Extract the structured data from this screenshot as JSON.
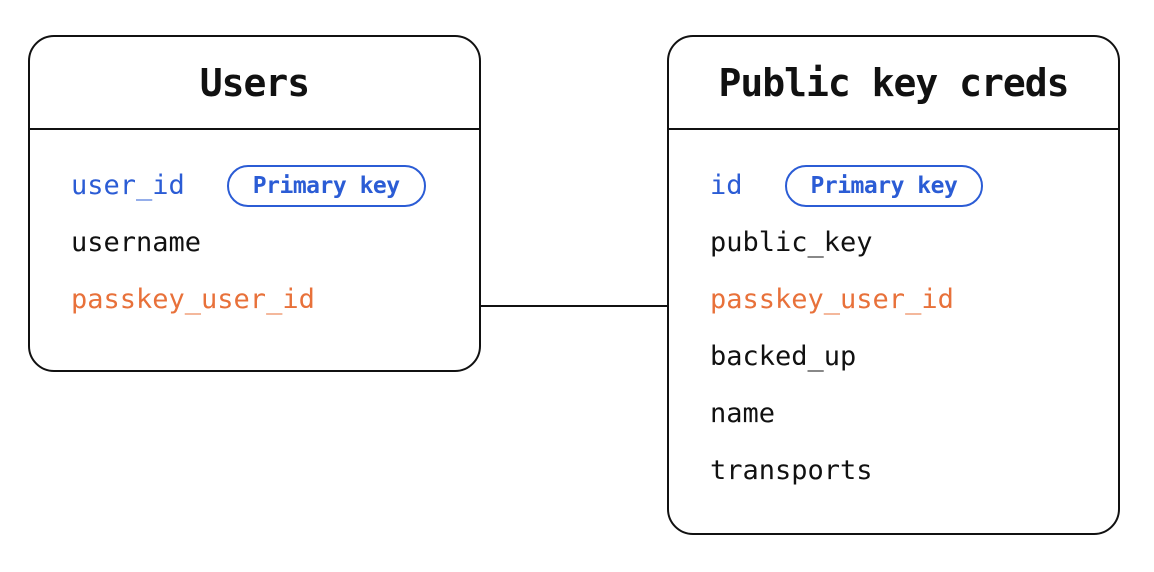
{
  "diagram": {
    "type": "entity-relationship",
    "colors": {
      "accent_blue": "#2B5CD5",
      "accent_orange": "#E8713A",
      "text_black": "#111111",
      "border": "#111111",
      "background": "#FFFFFF"
    },
    "tables": [
      {
        "title": "Users",
        "fields": [
          {
            "name": "user_id",
            "badge": "Primary key",
            "style": "primary"
          },
          {
            "name": "username",
            "style": "normal"
          },
          {
            "name": "passkey_user_id",
            "style": "foreign"
          }
        ]
      },
      {
        "title": "Public key creds",
        "fields": [
          {
            "name": "id",
            "badge": "Primary key",
            "style": "primary"
          },
          {
            "name": "public_key",
            "style": "normal"
          },
          {
            "name": "passkey_user_id",
            "style": "foreign"
          },
          {
            "name": "backed_up",
            "style": "normal"
          },
          {
            "name": "name",
            "style": "normal"
          },
          {
            "name": "transports",
            "style": "normal"
          }
        ]
      }
    ],
    "relationship": {
      "from": "Users.passkey_user_id",
      "to": "Public key creds.passkey_user_id"
    }
  }
}
